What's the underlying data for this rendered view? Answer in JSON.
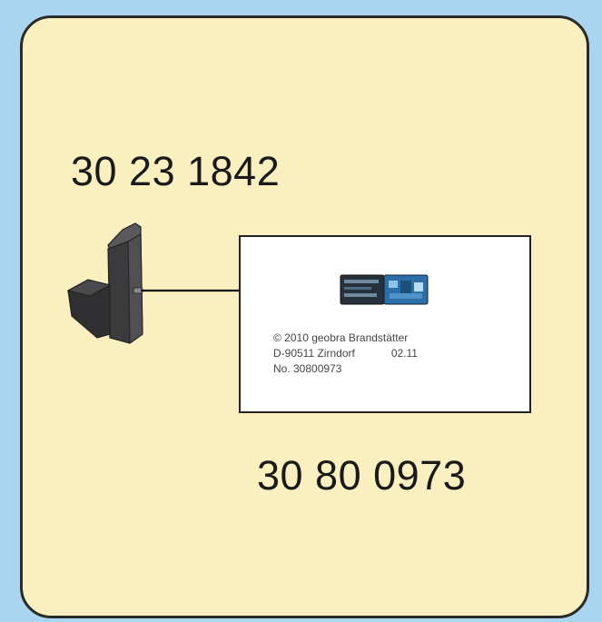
{
  "diagram": {
    "top_part_number": "30 23 1842",
    "bottom_part_number": "30 80 0973",
    "label": {
      "line1": "© 2010 geobra Brandstätter",
      "line2_address": "D-90511 Zirndorf",
      "line2_date": "02.11",
      "line3": "No. 30800973"
    }
  },
  "colors": {
    "outer_background": "#a9d6ee",
    "card_background": "#f9efbf",
    "card_border": "#2a2a2a",
    "part_body": "#3a3a3c",
    "chip_blue": "#2a6fa8",
    "label_background": "#ffffff"
  },
  "icons": {
    "part": "bracket-part-icon",
    "chip": "chip-module-icon"
  }
}
